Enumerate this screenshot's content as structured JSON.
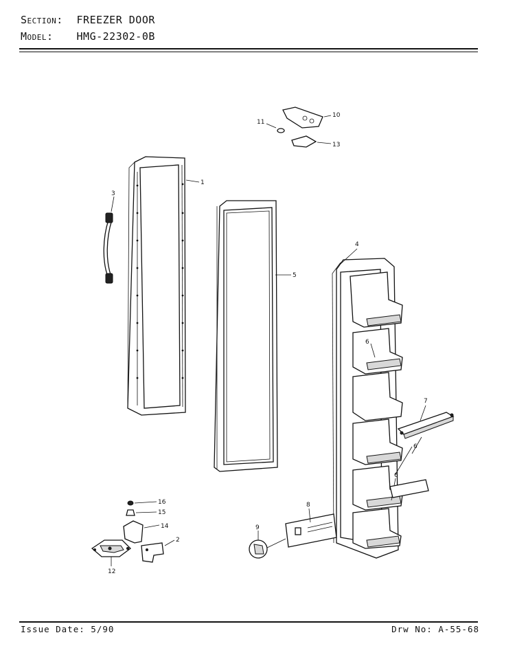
{
  "header": {
    "section_label": "Section:",
    "section_value": "FREEZER DOOR",
    "model_label": "Model:",
    "model_value": "HMG-22302-0B"
  },
  "footer": {
    "issue_date": "Issue Date: 5/90",
    "drawing_no": "Drw No: A-55-68"
  },
  "callouts": {
    "c1": "1",
    "c2": "2",
    "c3": "3",
    "c4": "4",
    "c5": "5",
    "c6a": "6",
    "c6b": "6",
    "c6c": "6",
    "c7": "7",
    "c8": "8",
    "c9": "9",
    "c10": "10",
    "c11": "11",
    "c12": "12",
    "c13": "13",
    "c14": "14",
    "c15": "15",
    "c16": "16"
  }
}
